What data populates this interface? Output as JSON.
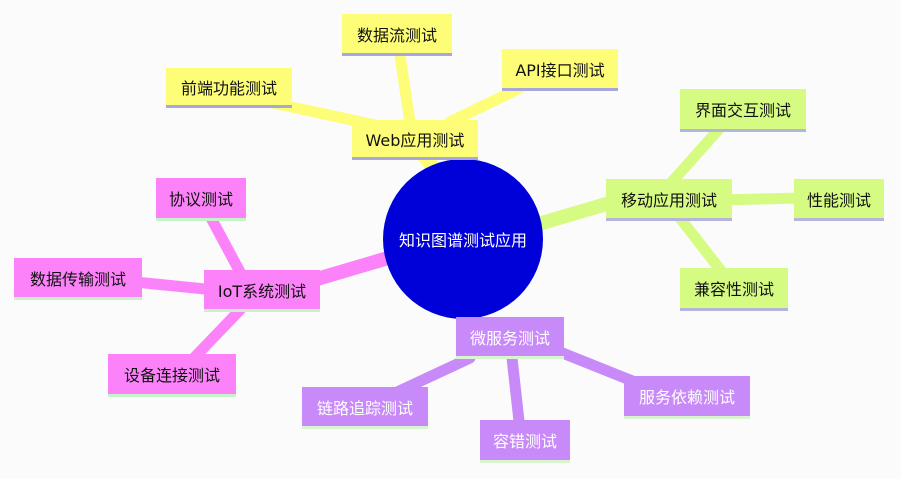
{
  "center": {
    "label": "知识图谱测试应用"
  },
  "colors": {
    "center": "#0000d9",
    "web": "#fdfd78",
    "mobile": "#d6fb82",
    "iot": "#fb82f8",
    "micro": "#c88af8"
  },
  "branches": {
    "web": {
      "label": "Web应用测试",
      "children": [
        "前端功能测试",
        "数据流测试",
        "API接口测试"
      ]
    },
    "mobile": {
      "label": "移动应用测试",
      "children": [
        "界面交互测试",
        "性能测试",
        "兼容性测试"
      ]
    },
    "iot": {
      "label": "IoT系统测试",
      "children": [
        "协议测试",
        "数据传输测试",
        "设备连接测试"
      ]
    },
    "micro": {
      "label": "微服务测试",
      "children": [
        "链路追踪测试",
        "容错测试",
        "服务依赖测试"
      ]
    }
  }
}
